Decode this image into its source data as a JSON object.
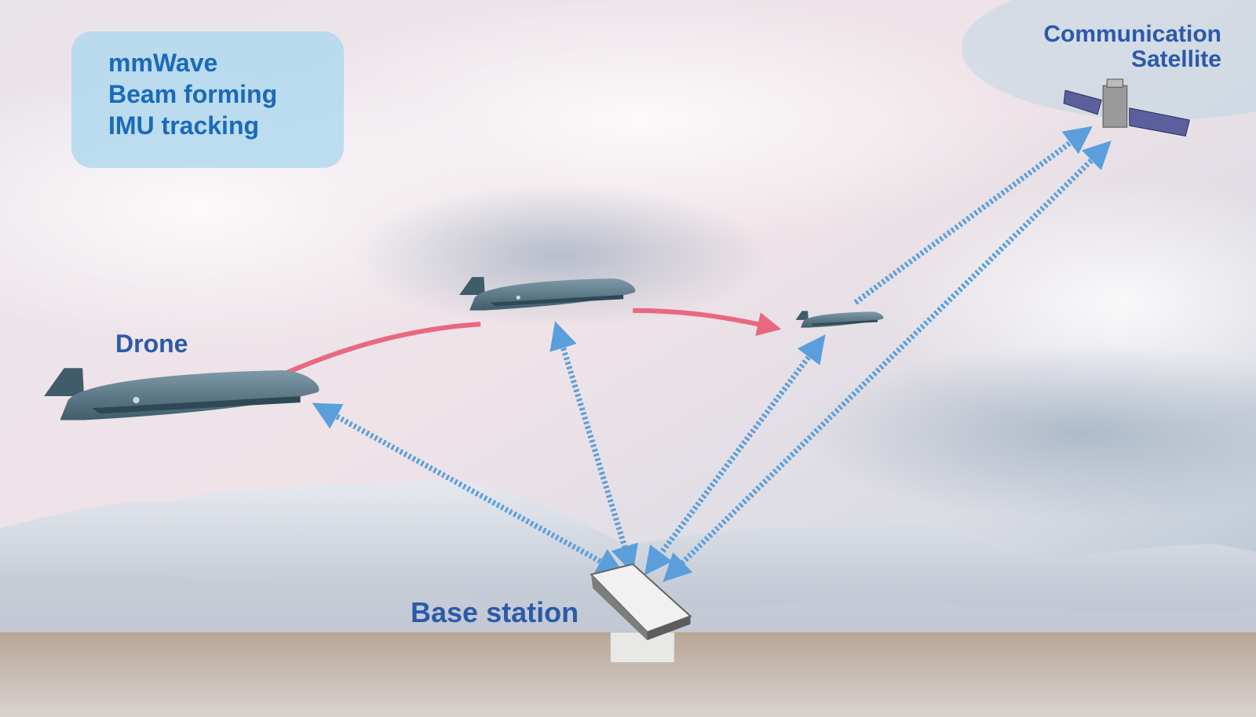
{
  "info_box": {
    "lines": [
      "mmWave",
      "Beam forming",
      "IMU tracking"
    ]
  },
  "labels": {
    "drone": "Drone",
    "base_station": "Base station",
    "satellite_line1": "Communication",
    "satellite_line2": "Satellite"
  },
  "colors": {
    "info_text": "#1a6ab8",
    "label_text": "#2b5aa8",
    "info_box_fill": "#bcdcef",
    "flight_path": "#e8697f",
    "link_arrows": "#5a9fdc"
  }
}
